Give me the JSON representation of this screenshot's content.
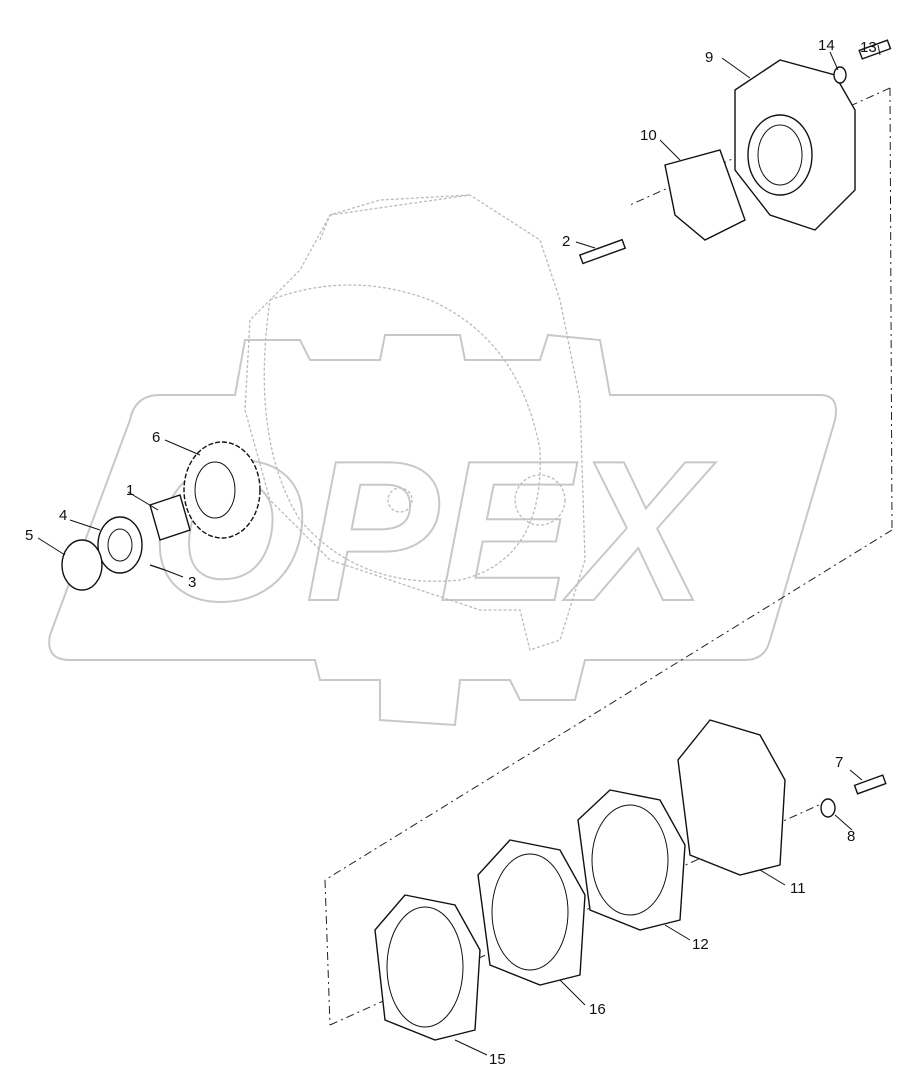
{
  "watermark": {
    "text": "OPEX",
    "color": "#c8c8c8"
  },
  "callouts": [
    {
      "id": "1",
      "label": "1"
    },
    {
      "id": "2",
      "label": "2"
    },
    {
      "id": "3",
      "label": "3"
    },
    {
      "id": "4",
      "label": "4"
    },
    {
      "id": "5",
      "label": "5"
    },
    {
      "id": "6",
      "label": "6"
    },
    {
      "id": "7",
      "label": "7"
    },
    {
      "id": "8",
      "label": "8"
    },
    {
      "id": "9",
      "label": "9"
    },
    {
      "id": "10",
      "label": "10"
    },
    {
      "id": "11",
      "label": "11"
    },
    {
      "id": "12",
      "label": "12"
    },
    {
      "id": "13",
      "label": "13"
    },
    {
      "id": "14",
      "label": "14"
    },
    {
      "id": "15",
      "label": "15"
    },
    {
      "id": "16",
      "label": "16"
    }
  ]
}
